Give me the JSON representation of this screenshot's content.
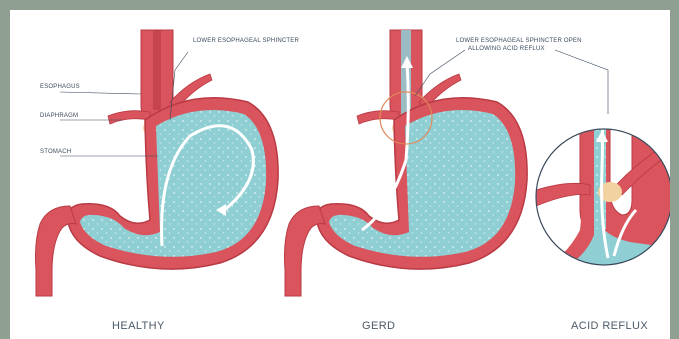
{
  "labels": {
    "lower_sphincter": "LOWER ESOPHAGEAL SPHINCTER",
    "esophagus": "ESOPHAGUS",
    "diaphragm": "DIAPHRAGM",
    "stomach": "STOMACH",
    "gerd_sphincter_line1": "LOWER ESOPHAGEAL SPHINCTER OPEN",
    "gerd_sphincter_line2": "ALLOWING ACID REFLUX"
  },
  "captions": {
    "healthy": "HEALTHY",
    "gerd": "GERD",
    "acid_reflux": "ACID REFLUX"
  },
  "colors": {
    "tissue": "#d9545c",
    "tissue_dark": "#b93a44",
    "acid": "#8fcfd4",
    "acid_light": "#b9e2e4",
    "fat": "#f3d2a2",
    "line": "#3a4a5c"
  }
}
